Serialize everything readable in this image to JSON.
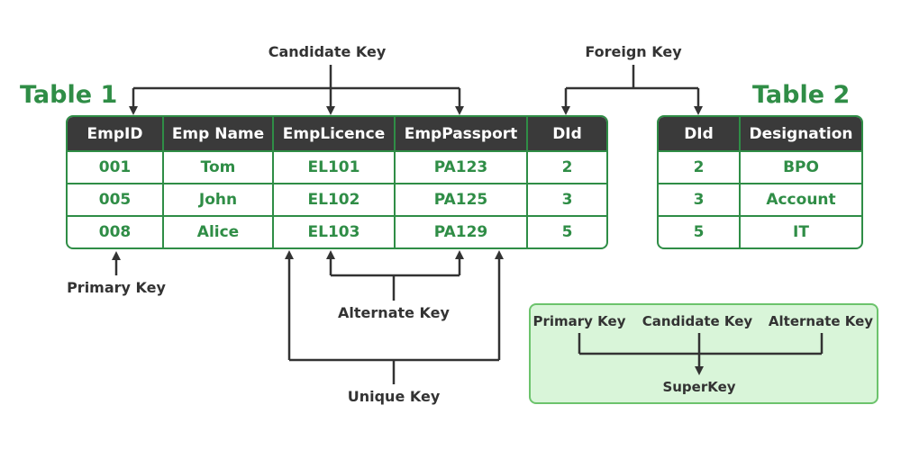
{
  "table1": {
    "title": "Table 1",
    "headers": [
      "EmpID",
      "Emp Name",
      "EmpLicence",
      "EmpPassport",
      "DId"
    ],
    "rows": [
      [
        "001",
        "Tom",
        "EL101",
        "PA123",
        "2"
      ],
      [
        "005",
        "John",
        "EL102",
        "PA125",
        "3"
      ],
      [
        "008",
        "Alice",
        "EL103",
        "PA129",
        "5"
      ]
    ]
  },
  "table2": {
    "title": "Table 2",
    "headers": [
      "DId",
      "Designation"
    ],
    "rows": [
      [
        "2",
        "BPO"
      ],
      [
        "3",
        "Account"
      ],
      [
        "5",
        "IT"
      ]
    ]
  },
  "labels": {
    "candidate_key": "Candidate Key",
    "foreign_key": "Foreign Key",
    "primary_key": "Primary Key",
    "alternate_key": "Alternate Key",
    "unique_key": "Unique Key"
  },
  "superkey_box": {
    "primary_key": "Primary Key",
    "candidate_key": "Candidate Key",
    "alternate_key": "Alternate Key",
    "superkey": "SuperKey"
  },
  "colors": {
    "green": "#2f8d46",
    "header_bg": "#3a3a3a",
    "superkey_bg": "#d9f5d9",
    "arrow": "#333333"
  }
}
